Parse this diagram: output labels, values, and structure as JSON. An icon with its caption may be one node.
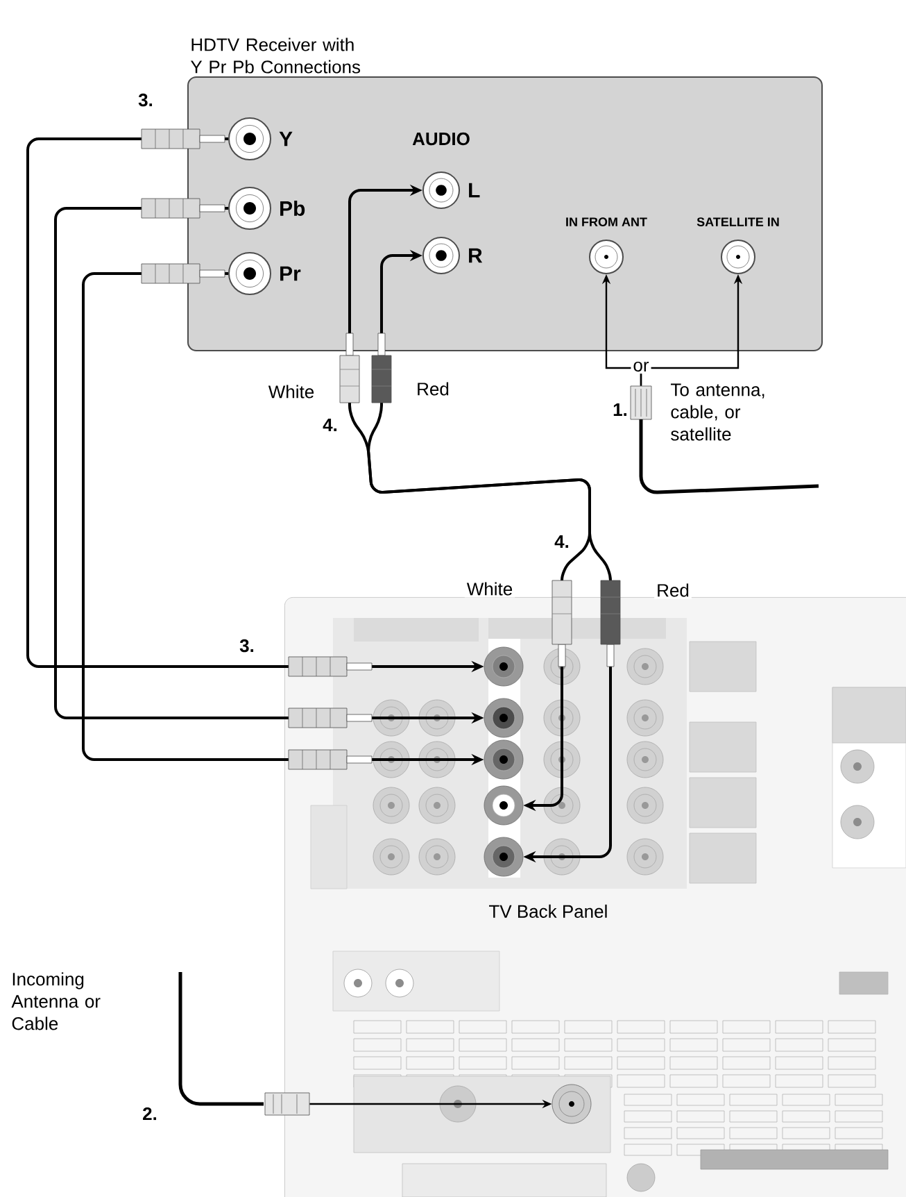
{
  "diagram": {
    "nodes": [
      {
        "text": [
          "HDTV Receiver with Y Pr Pb Connections"
        ]
      },
      {
        "text": [
          "Y"
        ],
        "in": 0
      },
      {
        "text": [
          "Pb"
        ],
        "in": 0
      },
      {
        "text": [
          "Pr"
        ],
        "in": 0
      },
      {
        "text": [
          "L"
        ],
        "in": 0
      },
      {
        "text": [
          "R"
        ],
        "in": 0
      },
      {
        "text": [
          "IN FROM ANT"
        ],
        "in": 0
      },
      {
        "text": [
          "SATELLITE IN"
        ],
        "in": 0
      },
      {
        "text": [],
        "shape": "picture",
        "beside": [
          "To antenna, cable, or satellite"
        ]
      },
      {
        "text": [
          "TV Back Panel"
        ]
      },
      {
        "text": [],
        "shape": "circle",
        "in": 9
      },
      {
        "text": [],
        "shape": "circle",
        "in": 9
      },
      {
        "text": [],
        "shape": "circle",
        "in": 9
      },
      {
        "text": [],
        "shape": "circle",
        "in": 9
      },
      {
        "text": [],
        "shape": "circle",
        "in": 9
      },
      {
        "text": [],
        "shape": "circle",
        "in": 9
      },
      {
        "text": [],
        "shape": "picture"
      }
    ],
    "edges": [
      {
        "from": 1,
        "to": 10,
        "arrow": "to"
      },
      {
        "from": 2,
        "to": 11,
        "arrow": "to"
      },
      {
        "from": 3,
        "to": 12,
        "arrow": "to"
      },
      {
        "from": 4,
        "to": 13,
        "arrow": "both"
      },
      {
        "from": 5,
        "to": 14,
        "arrow": "both"
      },
      {
        "from": 8,
        "to": 6,
        "arrow": "to"
      },
      {
        "from": 8,
        "to": 7,
        "arrow": "to"
      },
      {
        "from": 16,
        "to": 15,
        "arrow": "to"
      }
    ],
    "labels": [
      "3.",
      "AUDIO",
      "White",
      "Red",
      "4.",
      "or",
      "1.",
      "4.",
      "White",
      "Red",
      "3.",
      "Incoming Antenna or Cable",
      "2."
    ]
  }
}
